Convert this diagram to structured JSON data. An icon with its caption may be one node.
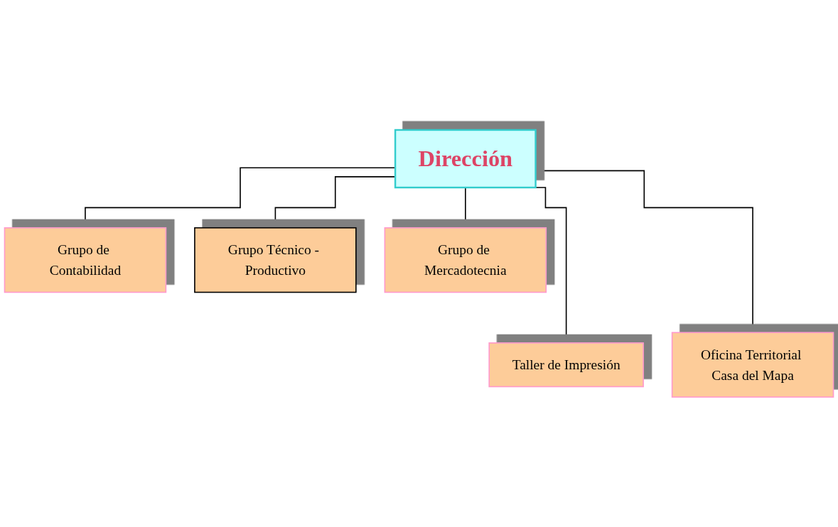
{
  "diagram": {
    "nodes": [
      {
        "text": [
          "Dirección"
        ]
      },
      {
        "text": [
          "Grupo de Contabilidad"
        ]
      },
      {
        "text": [
          "Grupo Técnico - Productivo"
        ]
      },
      {
        "text": [
          "Grupo de Mercadotecnia"
        ]
      },
      {
        "text": [
          "Taller de Impresión"
        ]
      },
      {
        "text": [
          "Oficina Territorial Casa del Mapa"
        ]
      }
    ],
    "edges": [
      {
        "from": 0,
        "to": 1,
        "arrow": "none"
      },
      {
        "from": 0,
        "to": 2,
        "arrow": "none"
      },
      {
        "from": 0,
        "to": 3,
        "arrow": "none"
      },
      {
        "from": 0,
        "to": 4,
        "arrow": "none"
      },
      {
        "from": 0,
        "to": 5,
        "arrow": "none"
      }
    ]
  }
}
